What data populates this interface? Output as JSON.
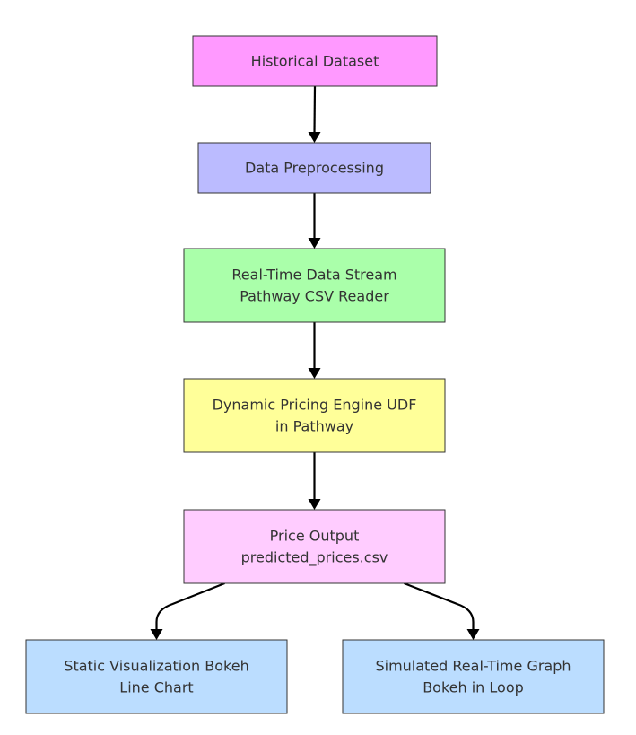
{
  "nodes": [
    {
      "id": "historical",
      "lines": [
        "Historical Dataset"
      ],
      "fill": "#ff99ff"
    },
    {
      "id": "preprocess",
      "lines": [
        "Data Preprocessing"
      ],
      "fill": "#bbbbff"
    },
    {
      "id": "stream",
      "lines": [
        "Real-Time Data Stream",
        "Pathway CSV Reader"
      ],
      "fill": "#aaffaa"
    },
    {
      "id": "engine",
      "lines": [
        "Dynamic Pricing Engine UDF",
        "in Pathway"
      ],
      "fill": "#ffff99"
    },
    {
      "id": "output",
      "lines": [
        "Price Output",
        "predicted_prices.csv"
      ],
      "fill": "#ffccff"
    },
    {
      "id": "static",
      "lines": [
        "Static Visualization Bokeh",
        "Line Chart"
      ],
      "fill": "#bbddff"
    },
    {
      "id": "simulated",
      "lines": [
        "Simulated Real-Time Graph",
        "Bokeh in Loop"
      ],
      "fill": "#bbddff"
    }
  ],
  "edges": [
    {
      "from": "historical",
      "to": "preprocess"
    },
    {
      "from": "preprocess",
      "to": "stream"
    },
    {
      "from": "stream",
      "to": "engine"
    },
    {
      "from": "engine",
      "to": "output"
    },
    {
      "from": "output",
      "to": "static"
    },
    {
      "from": "output",
      "to": "simulated"
    }
  ]
}
